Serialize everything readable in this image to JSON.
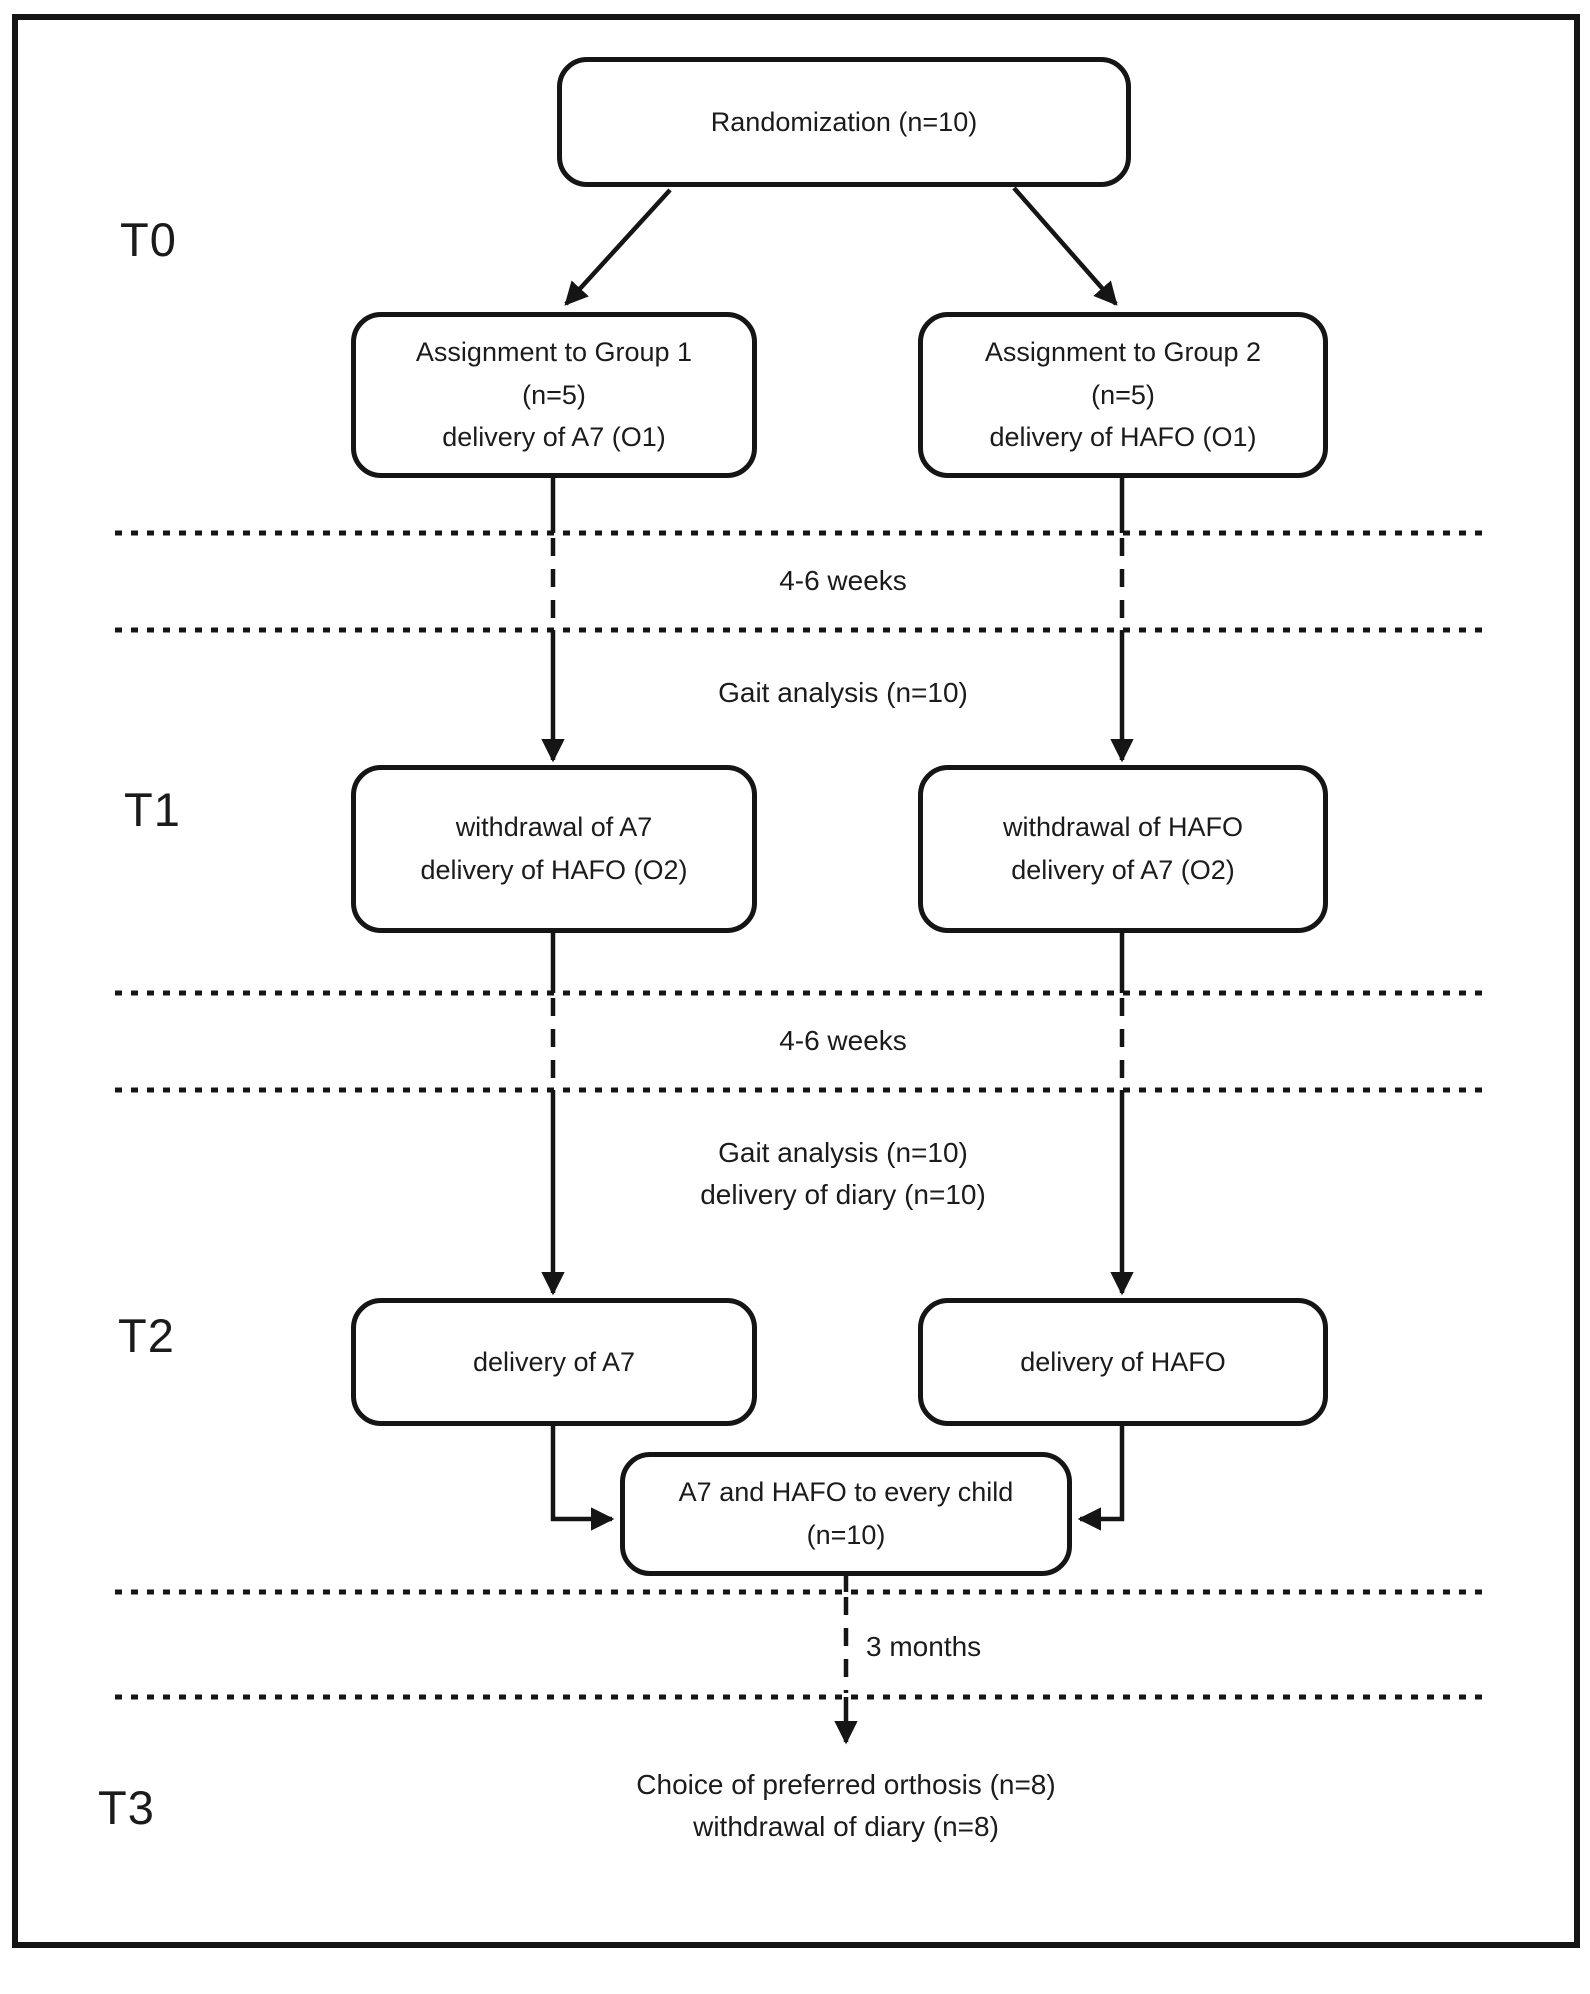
{
  "phases": {
    "t0": "T0",
    "t1": "T1",
    "t2": "T2",
    "t3": "T3"
  },
  "boxes": {
    "randomization": {
      "line1": "Randomization (n=10)"
    },
    "group1": {
      "line1": "Assignment to Group 1",
      "line2": "(n=5)",
      "line3": "delivery of A7 (O1)"
    },
    "group2": {
      "line1": "Assignment to Group 2",
      "line2": "(n=5)",
      "line3": "delivery of HAFO (O1)"
    },
    "t1_left": {
      "line1": "withdrawal of A7",
      "line2": "delivery of HAFO (O2)"
    },
    "t1_right": {
      "line1": "withdrawal of HAFO",
      "line2": "delivery of A7 (O2)"
    },
    "t2_left": {
      "line1": "delivery of A7"
    },
    "t2_right": {
      "line1": "delivery of HAFO"
    },
    "merge": {
      "line1": "A7 and HAFO to every child",
      "line2": "(n=10)"
    }
  },
  "annotations": {
    "period1": "4-6 weeks",
    "gait1": "Gait analysis (n=10)",
    "period2": "4-6 weeks",
    "gait2_line1": "Gait analysis (n=10)",
    "gait2_line2": "delivery of diary (n=10)",
    "period3": "3 months",
    "t3_line1": "Choice of preferred orthosis (n=8)",
    "t3_line2": "withdrawal of diary (n=8)"
  },
  "colors": {
    "line": "#151515",
    "background": "#ffffff",
    "text": "#1b1b1b"
  }
}
